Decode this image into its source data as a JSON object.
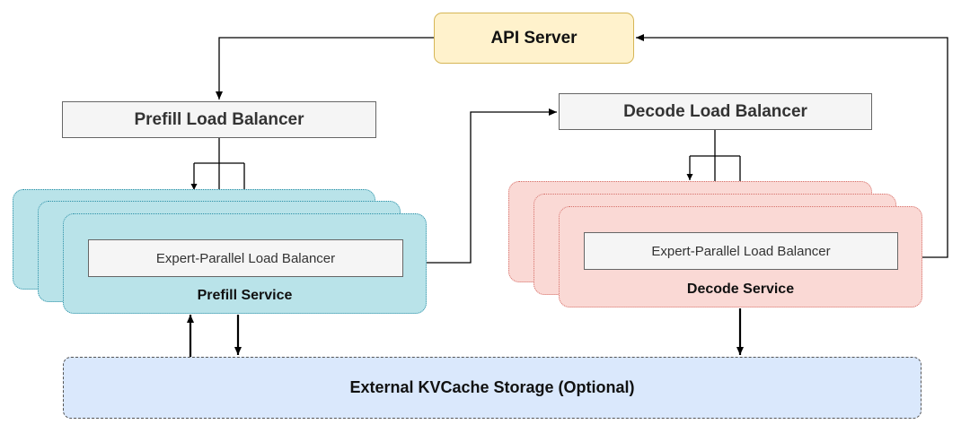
{
  "api_server": {
    "label": "API Server"
  },
  "prefill": {
    "load_balancer": "Prefill Load Balancer",
    "ep_load_balancer": "Expert-Parallel Load Balancer",
    "service_label": "Prefill Service"
  },
  "decode": {
    "load_balancer": "Decode Load Balancer",
    "ep_load_balancer": "Expert-Parallel Load Balancer",
    "service_label": "Decode Service"
  },
  "storage": {
    "label": "External KVCache Storage (Optional)"
  },
  "colors": {
    "api_fill": "#fff2cc",
    "prefill_fill": "#b9e3e9",
    "decode_fill": "#fad9d5",
    "storage_fill": "#dae8fc",
    "lb_fill": "#f5f5f5"
  }
}
